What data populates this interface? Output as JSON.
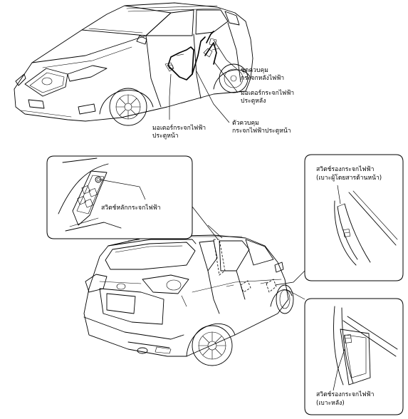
{
  "labels": {
    "rear_power_window_control_unit": [
      "ชุดควบคุม",
      "กระจกหลังไฟฟ้า"
    ],
    "rear_door_window_motor": [
      "มอเตอร์กระจกไฟฟ้า",
      "ประตูหลัง"
    ],
    "front_power_window_controller": [
      "ตัวควบคุม",
      "กระจกไฟฟ้าประตูหน้า"
    ],
    "front_door_window_motor": [
      "มอเตอร์กระจกไฟฟ้า",
      "ประตูหน้า"
    ],
    "main_power_window_switch": "สวิตช์หลักกระจกไฟฟ้า",
    "front_passenger_window_sub_switch": [
      "สวิตช์รองกระจกไฟฟ้า",
      "(เบาะผู้โดยสารด้านหน้า)"
    ],
    "rear_window_sub_switch": [
      "สวิตช์รองกระจกไฟฟ้า",
      "(เบาะหลัง)"
    ]
  }
}
